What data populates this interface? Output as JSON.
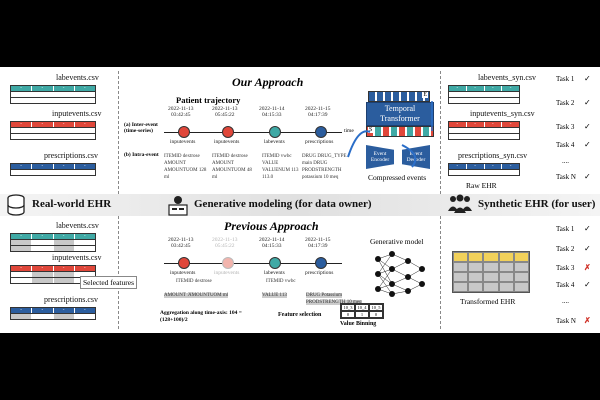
{
  "left_top": {
    "files": [
      "labevents.csv",
      "inputevents.csv",
      "prescriptions.csv"
    ]
  },
  "left_bottom": {
    "files": [
      "labevents.csv",
      "inputevents.csv",
      "prescriptions.csv"
    ],
    "selected_label": "Selected features"
  },
  "approach": {
    "our_title": "Our Approach",
    "previous_title": "Previous Approach",
    "trajectory_title": "Patient trajectory",
    "inter_event_label": "(a) Inter-event (time-series)",
    "intra_event_label": "(b) Intra-event",
    "time_label": "time",
    "events": [
      {
        "date": "2022-11-13",
        "time": "03:42:45",
        "name": "inputevents"
      },
      {
        "date": "2022-11-13",
        "time": "05:45:22",
        "name": "inputevents"
      },
      {
        "date": "2022-11-14",
        "time": "04:15:33",
        "name": "labevents"
      },
      {
        "date": "2022-11-15",
        "time": "04:17:39",
        "name": "prescriptions"
      }
    ],
    "intra_details": [
      "ITEMID dextrose  AMOUNT AMOUNTUOM 128 ml",
      "ITEMID dextrose  AMOUNT AMOUNTUOM 48 ml",
      "ITEMID vwbc  VALUE VALUENUM 113 113.0",
      "DRUG DRUG_TYPE main  DRUG PRODSTRENGTH potassium 10 meq"
    ],
    "prev_details": [
      "ITEMID dextrose",
      "AMOUNT 104",
      "AMOUNTUOM ml",
      "ITEMID vwbc",
      "VALUE 113",
      "DRUG Potassium",
      "PRODSTRENGTH 10 meq"
    ],
    "aggregation_label": "Aggregation along time-axis: 104 = (128+100)/2",
    "feature_selection_label": "Feature selection",
    "value_binning_label": "Value Binning",
    "binning_values": [
      "10_3",
      "10_4",
      "10_5",
      "0",
      "1",
      "0"
    ],
    "transformer_title": "Temporal Transformer",
    "encoder_label": "Event Encoder",
    "decoder_label": "Event Decoder",
    "compressed_label": "Compressed events",
    "token_s": "S",
    "token_e": "E",
    "generative_model_label": "Generative model"
  },
  "band": {
    "left": "Real-world EHR",
    "middle": "Generative modeling (for data owner)",
    "right": "Synthetic EHR (for user)"
  },
  "right_top": {
    "files": [
      "labevents_syn.csv",
      "inputevents_syn.csv",
      "prescriptions_syn.csv"
    ],
    "raw_label": "Raw EHR",
    "tasks": [
      {
        "name": "Task 1",
        "mark": "✓"
      },
      {
        "name": "Task 2",
        "mark": "✓"
      },
      {
        "name": "Task 3",
        "mark": "✓"
      },
      {
        "name": "Task 4",
        "mark": "✓"
      },
      {
        "name": "Task N",
        "mark": "✓"
      }
    ]
  },
  "right_bottom": {
    "transformed_label": "Transformed EHR",
    "tasks": [
      {
        "name": "Task 1",
        "mark": "✓"
      },
      {
        "name": "Task 2",
        "mark": "✓"
      },
      {
        "name": "Task 3",
        "mark": "✗"
      },
      {
        "name": "Task 4",
        "mark": "✓"
      },
      {
        "name": "Task N",
        "mark": "✗"
      }
    ]
  },
  "ellipsis": "....",
  "colors": {
    "teal": "#3fa9a5",
    "red": "#e0473a",
    "blue": "#2b5d9e",
    "yellow": "#f2d15a",
    "gray": "#c8c8c8",
    "transformer": "#2b5d9e"
  }
}
